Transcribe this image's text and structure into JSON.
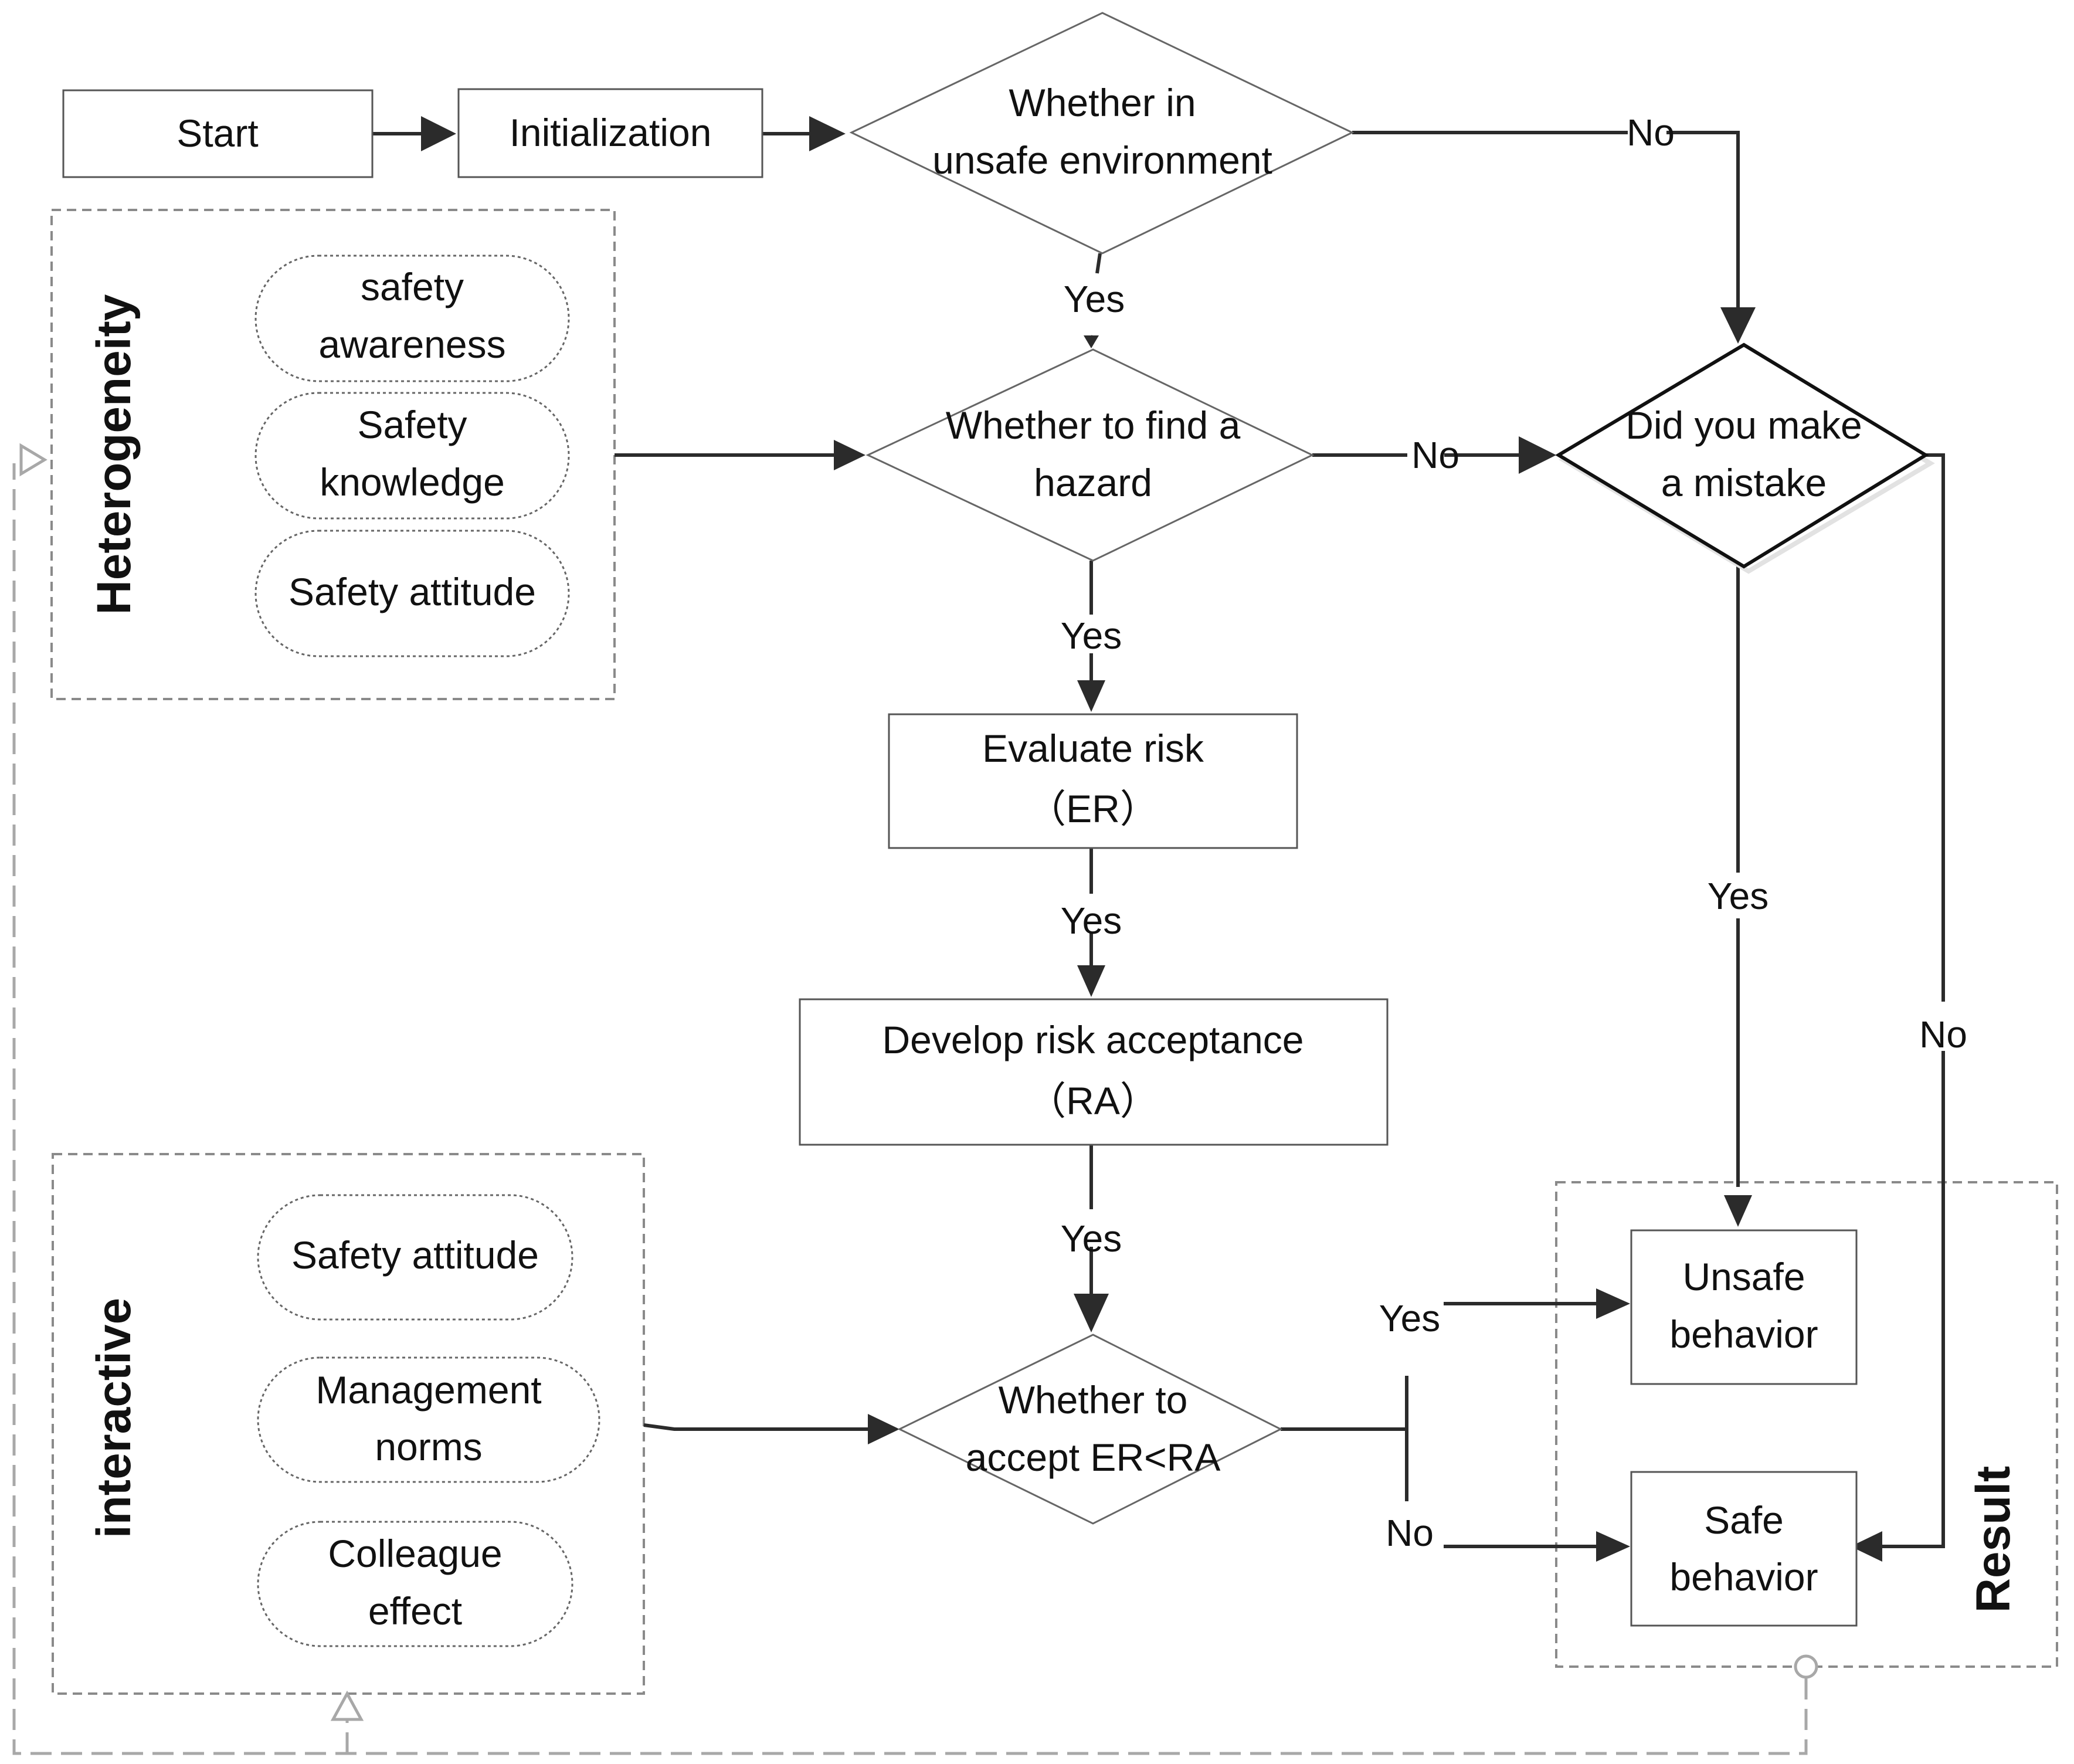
{
  "nodes": {
    "start": "Start",
    "init": "Initialization",
    "unsafe_env": [
      "Whether in",
      "unsafe environment"
    ],
    "find_hazard": [
      "Whether to find a",
      "hazard"
    ],
    "mistake": [
      "Did you make",
      "a mistake"
    ],
    "evaluate": [
      "Evaluate risk",
      "（ER）"
    ],
    "develop": [
      "Develop risk acceptance",
      "（RA）"
    ],
    "accept": [
      "Whether to",
      "accept  ER<RA"
    ],
    "unsafe_behavior": [
      "Unsafe",
      "behavior"
    ],
    "safe_behavior": [
      "Safe",
      "behavior"
    ]
  },
  "groups": {
    "heterogeneity": {
      "title": "Heterogeneity",
      "items": [
        [
          "safety",
          "awareness"
        ],
        [
          "Safety",
          "knowledge"
        ],
        [
          "Safety attitude"
        ]
      ]
    },
    "interactive": {
      "title": "interactive",
      "items": [
        [
          "Safety attitude"
        ],
        [
          "Management",
          "norms"
        ],
        [
          "Colleague",
          "effect"
        ]
      ]
    },
    "result": {
      "title": "Result"
    }
  },
  "edges": {
    "unsafe_env_no": "No",
    "unsafe_env_yes": "Yes",
    "hazard_no": "No",
    "hazard_yes": "Yes",
    "evaluate_yes": "Yes",
    "develop_yes": "Yes",
    "mistake_yes": "Yes",
    "mistake_no": "No",
    "accept_yes": "Yes",
    "accept_no": "No"
  },
  "colors": {
    "line": "#2b2b2b",
    "box_border": "#555555",
    "dashed_group": "#8a8a8a",
    "feedback_loop": "#a8a8a8"
  }
}
